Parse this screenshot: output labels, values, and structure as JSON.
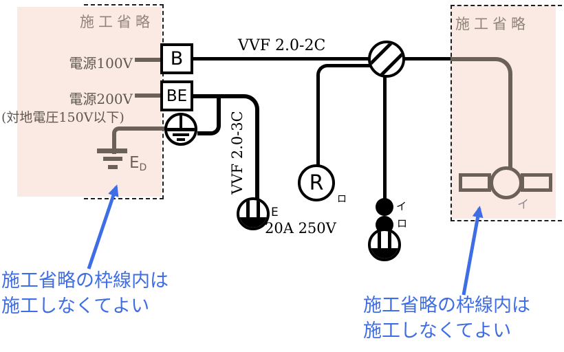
{
  "diagram": {
    "omitted_left": {
      "label": "施工省略"
    },
    "omitted_right": {
      "label": "施工省略"
    },
    "source_100v": "電源100V",
    "source_200v": "電源200V",
    "source_200v_note": "(対地電圧150V以下)",
    "breaker": "B",
    "breaker_elb": "BE",
    "ground_terminal": {
      "main": "E",
      "sub": "D"
    },
    "cable_main": "VVF 2.0-2C",
    "cable_branch": "VVF 2.0-3C",
    "lamp_receptacle": {
      "symbol": "R",
      "tag": "ロ"
    },
    "outlet_200v": {
      "grounding_mark": "E",
      "rating": "20A 250V"
    },
    "switches": {
      "first_tag": "イ",
      "second_tag": "ロ"
    },
    "ceiling_light": {
      "tag": "イ"
    },
    "note_left": {
      "line1": "施工省略の枠線内は",
      "line2": "施工しなくてよい"
    },
    "note_right": {
      "line1": "施工省略の枠線内は",
      "line2": "施工しなくてよい"
    }
  },
  "colors": {
    "panel_pink": "#fbeae3",
    "omitted_gray": "#6b6158",
    "omitted_text_gray": "#8e8477",
    "annotation_blue": "#3f6de3",
    "circuit_black": "#000000"
  }
}
